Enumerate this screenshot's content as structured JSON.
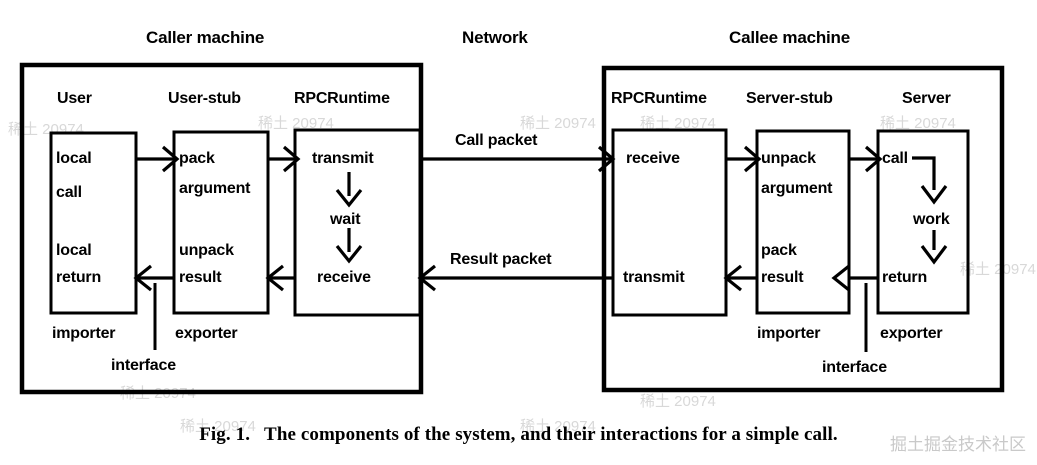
{
  "figure": {
    "caption_number": "Fig. 1.",
    "caption_text": "The components of the system, and their interactions for a simple call."
  },
  "machines": [
    {
      "id": "caller",
      "title": "Caller machine",
      "columns": [
        {
          "id": "user",
          "title": "User"
        },
        {
          "id": "user-stub",
          "title": "User-stub"
        },
        {
          "id": "rpcruntime-caller",
          "title": "RPCRuntime"
        }
      ],
      "role_labels": [
        {
          "id": "importer",
          "text": "importer"
        },
        {
          "id": "exporter",
          "text": "exporter"
        },
        {
          "id": "interface",
          "text": "interface"
        }
      ]
    },
    {
      "id": "callee",
      "title": "Callee machine",
      "columns": [
        {
          "id": "rpcruntime-callee",
          "title": "RPCRuntime"
        },
        {
          "id": "server-stub",
          "title": "Server-stub"
        },
        {
          "id": "server",
          "title": "Server"
        }
      ],
      "role_labels": [
        {
          "id": "importer",
          "text": "importer"
        },
        {
          "id": "exporter",
          "text": "exporter"
        },
        {
          "id": "interface",
          "text": "interface"
        }
      ]
    }
  ],
  "network": {
    "title": "Network",
    "call_packet_label": "Call packet",
    "result_packet_label": "Result packet"
  },
  "boxes": {
    "user": {
      "line1": "local",
      "line2": "call",
      "line3": "local",
      "line4": "return"
    },
    "user_stub": {
      "line1": "pack",
      "line2": "argument",
      "line3": "unpack",
      "line4": "result"
    },
    "rpcruntime_caller": {
      "line1": "transmit",
      "line2": "wait",
      "line3": "receive"
    },
    "rpcruntime_callee": {
      "line1": "receive",
      "line2": "transmit"
    },
    "server_stub": {
      "line1": "unpack",
      "line2": "argument",
      "line3": "pack",
      "line4": "result"
    },
    "server": {
      "line1": "call",
      "line2": "work",
      "line3": "return"
    }
  },
  "watermarks": {
    "corner_text": "掘土掘金技术社区",
    "faint_text": "稀土 20974"
  },
  "colors": {
    "ink": "#000000",
    "paper": "#ffffff"
  }
}
